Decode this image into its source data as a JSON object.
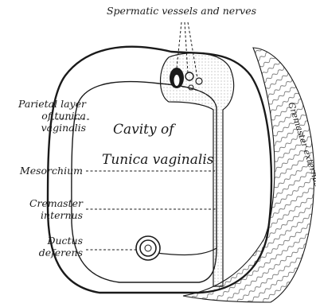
{
  "labels": {
    "spermatic": "Spermatic vessels and nerves",
    "parietal_1": "Parietal layer",
    "parietal_2": "of tunica",
    "parietal_3": "vaginalis",
    "cavity_1": "Cavity of",
    "cavity_2": "Tunica vaginalis",
    "mesorchium": "Mesorchium",
    "cremaster_int_1": "Cremaster",
    "cremaster_int_2": "internus",
    "ductus_1": "Ductus",
    "ductus_2": "deferens",
    "cremaster_ext": "Cremaster externus"
  },
  "colors": {
    "ink": "#1a1a1a",
    "background": "#ffffff"
  }
}
